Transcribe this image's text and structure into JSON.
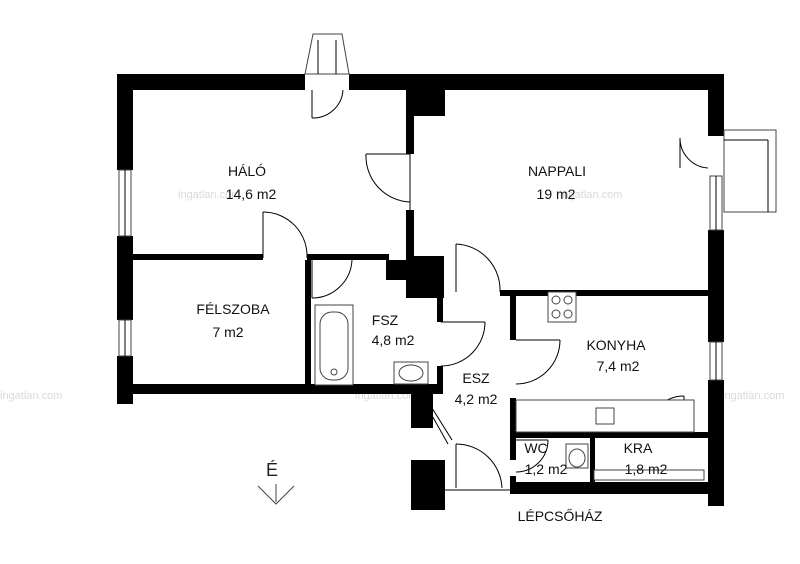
{
  "rooms": {
    "halo": {
      "name": "HÁLÓ",
      "area": "14,6 m2"
    },
    "nappali": {
      "name": "NAPPALI",
      "area": "19 m2"
    },
    "felszoba": {
      "name": "FÉLSZOBA",
      "area": "7 m2"
    },
    "fsz": {
      "name": "FSZ",
      "area": "4,8 m2"
    },
    "esz": {
      "name": "ESZ",
      "area": "4,2 m2"
    },
    "konyha": {
      "name": "KONYHA",
      "area": "7,4 m2"
    },
    "wc": {
      "name": "WC",
      "area": "1,2 m2"
    },
    "kra": {
      "name": "KRA",
      "area": "1,8 m2"
    }
  },
  "stairwell_label": "LÉPCSŐHÁZ",
  "compass": {
    "label": "É",
    "direction": "south"
  },
  "watermark": "ingatlan.com",
  "colors": {
    "wall": "#000000",
    "background": "#ffffff",
    "watermark": "#d9d9d9"
  }
}
